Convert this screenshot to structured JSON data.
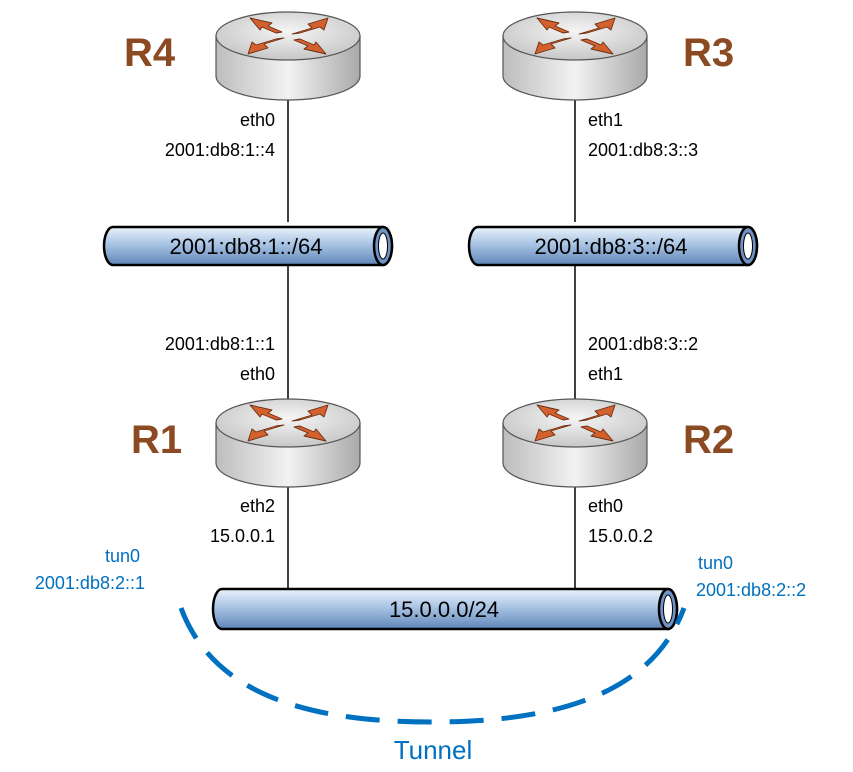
{
  "colors": {
    "router_label": "#8B4A22",
    "tunnel": "#0070C0",
    "router_arrows": "#D2612E",
    "network_fill": "#A9C4E4",
    "router_body": "#D6D6D6"
  },
  "routers": {
    "r4": {
      "name": "R4",
      "icon": "router-icon"
    },
    "r3": {
      "name": "R3",
      "icon": "router-icon"
    },
    "r1": {
      "name": "R1",
      "icon": "router-icon"
    },
    "r2": {
      "name": "R2",
      "icon": "router-icon"
    }
  },
  "interfaces": {
    "r4_eth0": {
      "name": "eth0",
      "addr": "2001:db8:1::4"
    },
    "r3_eth1": {
      "name": "eth1",
      "addr": "2001:db8:3::3"
    },
    "r1_eth0": {
      "name": "eth0",
      "addr": "2001:db8:1::1"
    },
    "r2_eth1": {
      "name": "eth1",
      "addr": "2001:db8:3::2"
    },
    "r1_eth2": {
      "name": "eth2",
      "addr": "15.0.0.1"
    },
    "r2_eth0": {
      "name": "eth0",
      "addr": "15.0.0.2"
    }
  },
  "networks": {
    "net1": "2001:db8:1::/64",
    "net3": "2001:db8:3::/64",
    "net15": "15.0.0.0/24"
  },
  "tunnel": {
    "caption": "Tunnel",
    "left": {
      "name": "tun0",
      "addr": "2001:db8:2::1"
    },
    "right": {
      "name": "tun0",
      "addr": "2001:db8:2::2"
    }
  }
}
